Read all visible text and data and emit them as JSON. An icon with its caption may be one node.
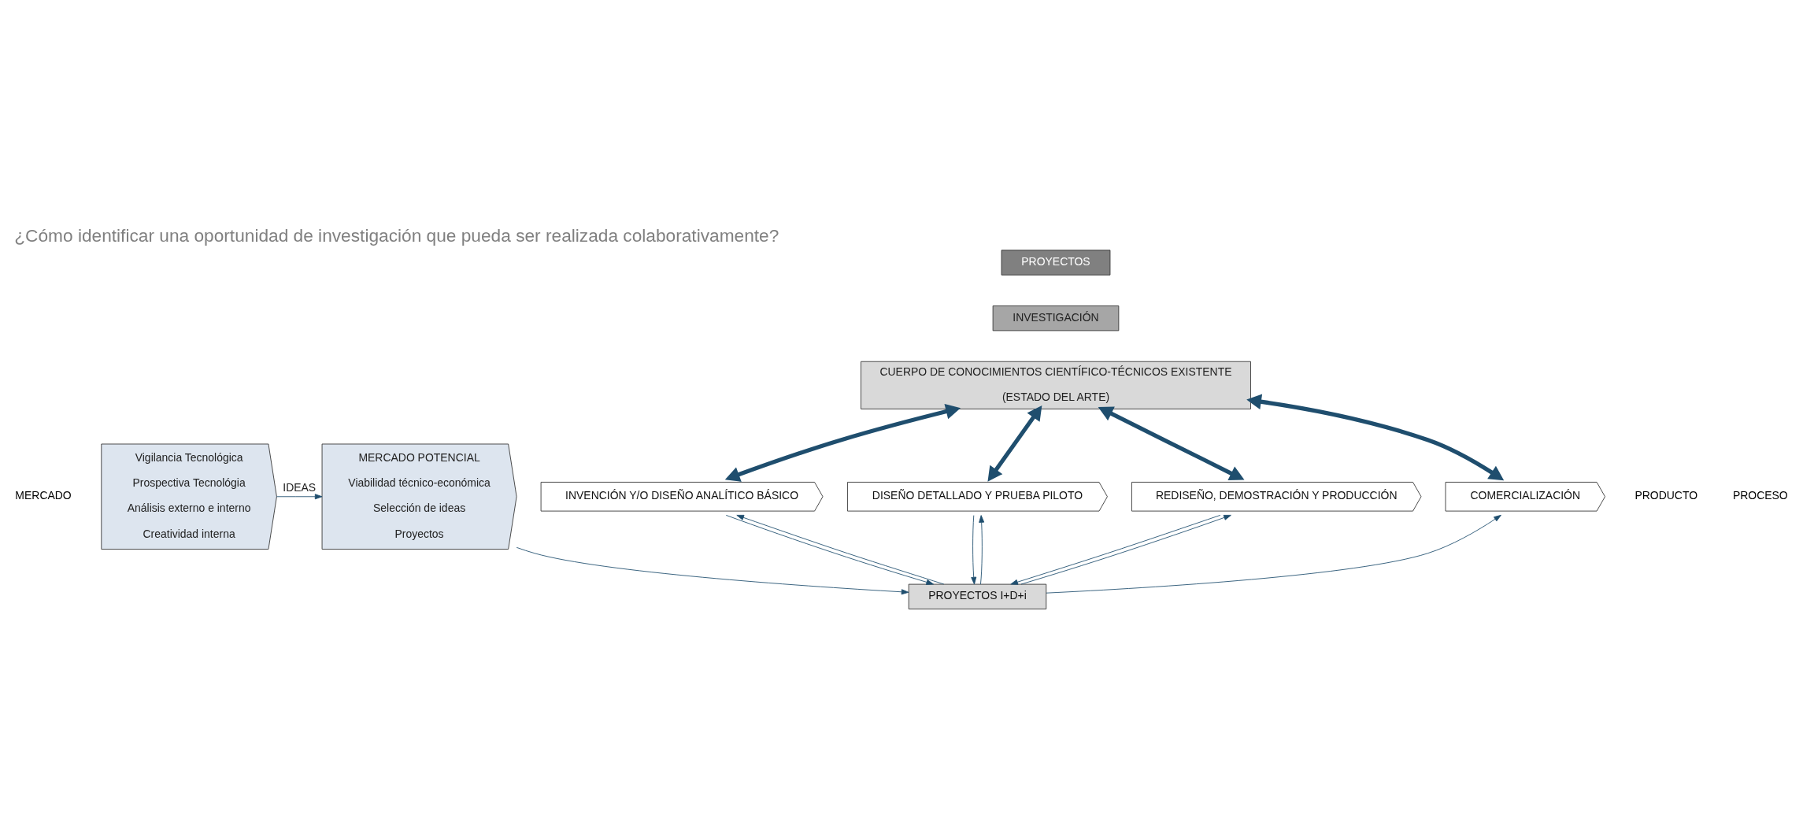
{
  "diagram": {
    "title": "¿Cómo identificar una oportunidad de investigación que pueda ser realizada colaborativamente?",
    "nodes": [
      {
        "text": [
          "PROYECTOS"
        ]
      },
      {
        "text": [
          "INVESTIGACIÓN"
        ]
      },
      {
        "text": [
          "CUERPO DE CONOCIMIENTOS CIENTÍFICO-TÉCNICOS EXISTENTE",
          "(ESTADO DEL ARTE)"
        ]
      },
      {
        "text": [
          "Vigilancia Tecnológica",
          "Prospectiva Tecnológia",
          "Análisis externo e interno",
          "Creatividad interna"
        ]
      },
      {
        "text": [
          "MERCADO POTENCIAL",
          "Viabilidad técnico-económica",
          "Selección de ideas",
          "Proyectos"
        ]
      },
      {
        "text": [
          "INVENCIÓN Y/O DISEÑO ANALÍTICO BÁSICO"
        ]
      },
      {
        "text": [
          "DISEÑO DETALLADO Y PRUEBA PILOTO"
        ]
      },
      {
        "text": [
          "REDISEÑO, DEMOSTRACIÓN Y PRODUCCIÓN"
        ]
      },
      {
        "text": [
          "COMERCIALIZACIÓN"
        ]
      },
      {
        "text": [
          "PROYECTOS I+D+i"
        ]
      }
    ],
    "edges": [
      {
        "from": 2,
        "to": 5,
        "arrow": "both",
        "style": "thick"
      },
      {
        "from": 2,
        "to": 6,
        "arrow": "both",
        "style": "thick"
      },
      {
        "from": 2,
        "to": 7,
        "arrow": "both",
        "style": "thick"
      },
      {
        "from": 2,
        "to": 8,
        "arrow": "both",
        "style": "thick"
      },
      {
        "from": 3,
        "to": 4,
        "arrow": "to",
        "label": "IDEAS"
      },
      {
        "from": 4,
        "to": 9,
        "arrow": "to"
      },
      {
        "from": 9,
        "to": 5,
        "arrow": "to"
      },
      {
        "from": 5,
        "to": 9,
        "arrow": "to"
      },
      {
        "from": 9,
        "to": 6,
        "arrow": "to"
      },
      {
        "from": 6,
        "to": 9,
        "arrow": "to"
      },
      {
        "from": 9,
        "to": 7,
        "arrow": "to"
      },
      {
        "from": 7,
        "to": 9,
        "arrow": "to"
      },
      {
        "from": 9,
        "to": 8,
        "arrow": "to"
      }
    ],
    "labels": [
      "MERCADO",
      "PRODUCTO",
      "PROCESO"
    ]
  }
}
